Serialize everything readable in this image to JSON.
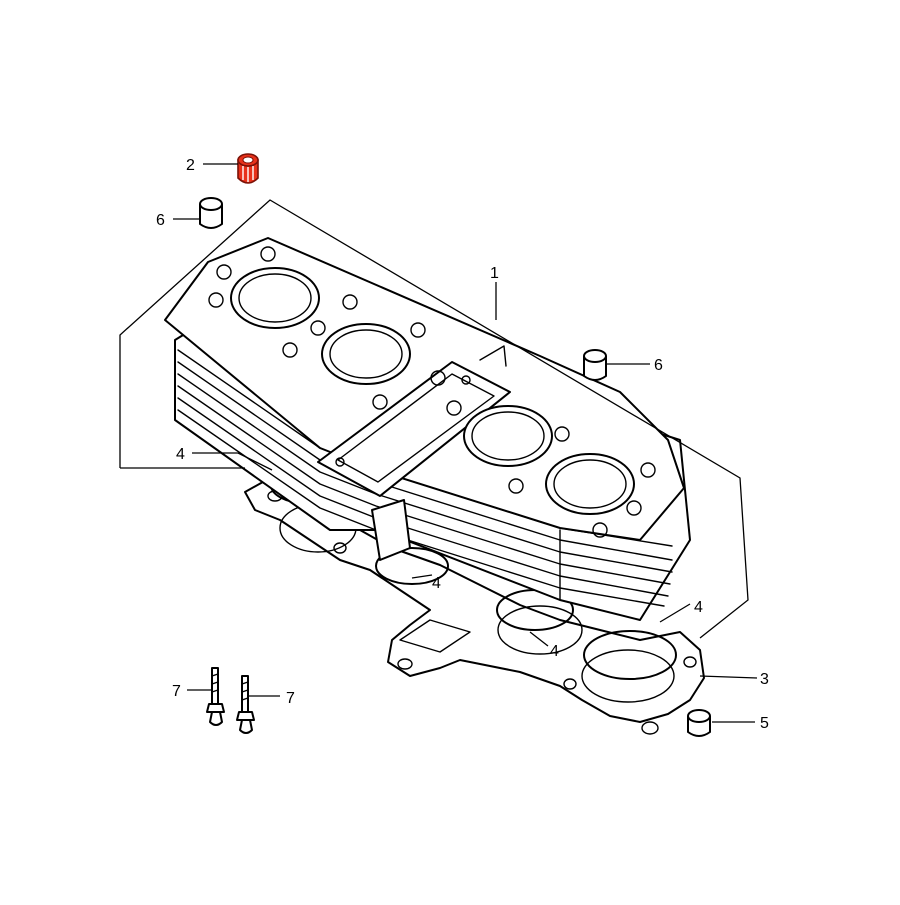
{
  "callouts": {
    "c1": "1",
    "c2": "2",
    "c3": "3",
    "c4a": "4",
    "c4b": "4",
    "c4c": "4",
    "c4d": "4",
    "c5": "5",
    "c6a": "6",
    "c6b": "6",
    "c7a": "7",
    "c7b": "7"
  },
  "highlight": {
    "part": "2",
    "color": "#e8311a"
  }
}
